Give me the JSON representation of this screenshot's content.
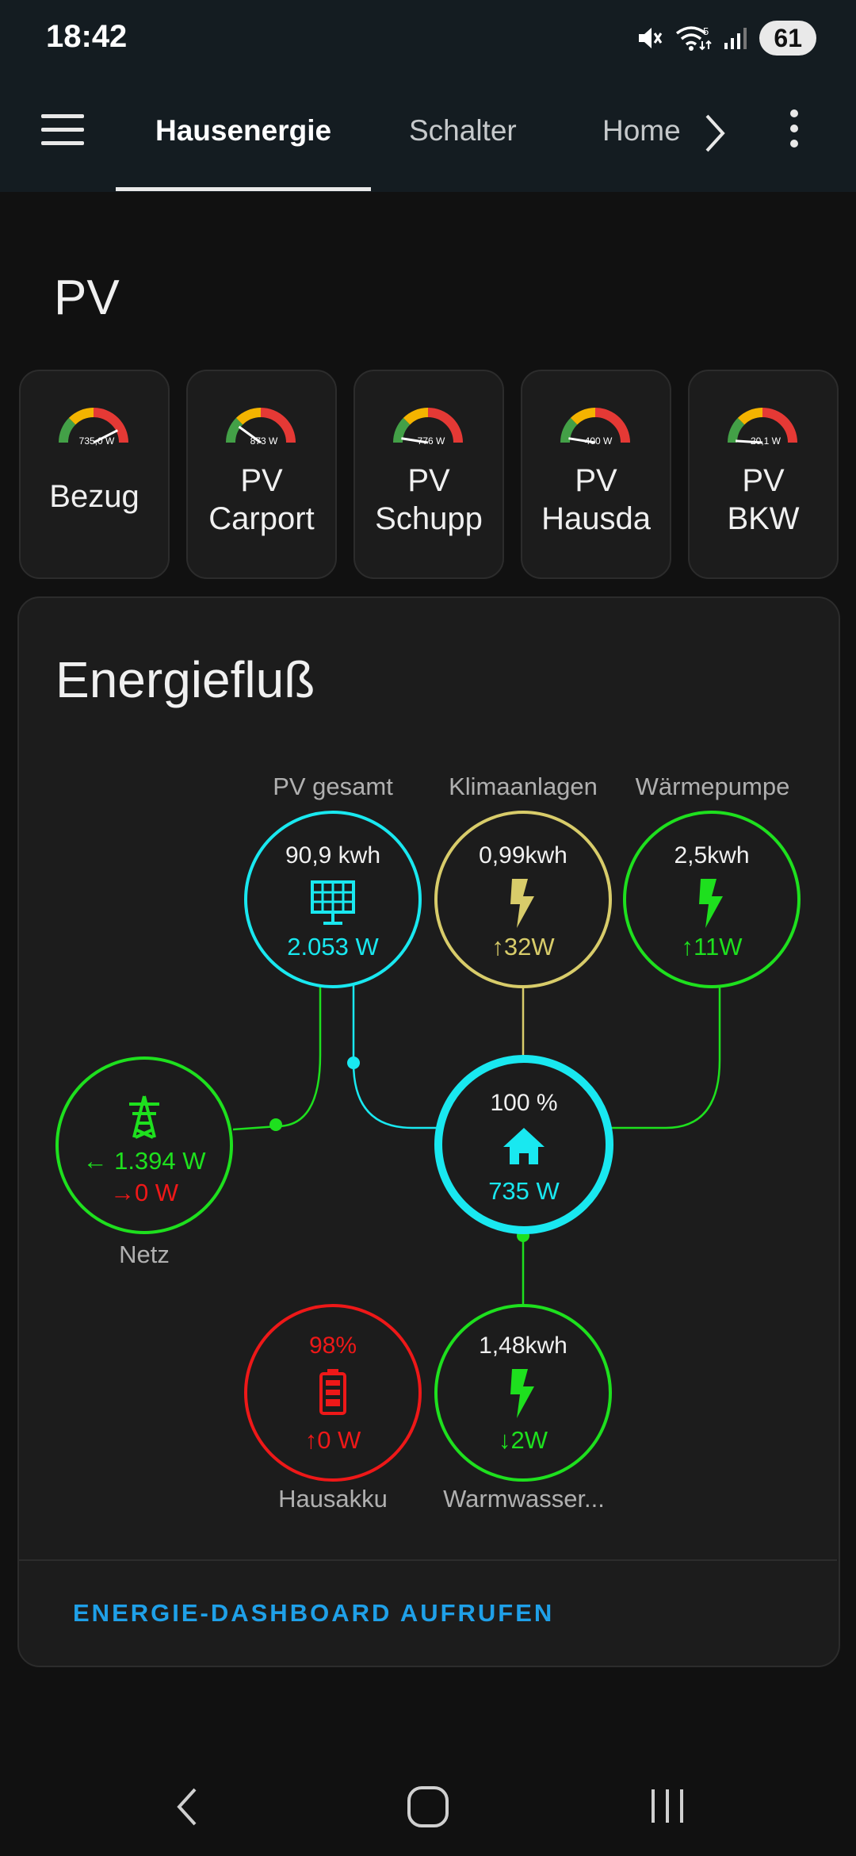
{
  "status_bar": {
    "time": "18:42",
    "battery": "61",
    "wifi_badge": "5"
  },
  "tabs": [
    {
      "label": "Hausenergie",
      "active": true
    },
    {
      "label": "Schalter",
      "active": false
    },
    {
      "label": "Home",
      "active": false
    }
  ],
  "section": {
    "title": "PV"
  },
  "gauges": [
    {
      "label": "Bezug",
      "value": "735,0 W",
      "level": 0.85
    },
    {
      "label": "PV\nCarport",
      "value": "873 W",
      "level": 0.2
    },
    {
      "label": "PV\nSchupp",
      "value": "776 W",
      "level": 0.05
    },
    {
      "label": "PV\nHausda",
      "value": "400 W",
      "level": 0.05
    },
    {
      "label": "PV\nBKW",
      "value": "20,1 W",
      "level": 0.02
    }
  ],
  "energy_flow": {
    "title": "Energiefluß",
    "pv": {
      "label": "PV gesamt",
      "energy": "90,9 kwh",
      "power": "2.053 W"
    },
    "klima": {
      "label": "Klimaanlagen",
      "energy": "0,99kwh",
      "power": "32W"
    },
    "waermepumpe": {
      "label": "Wärmepumpe",
      "energy": "2,5kwh",
      "power": "11W"
    },
    "netz": {
      "label": "Netz",
      "import": "1.394 W",
      "export": "0 W"
    },
    "home": {
      "percent": "100 %",
      "power": "735 W"
    },
    "hausakku": {
      "label": "Hausakku",
      "soc": "98%",
      "power": "0 W"
    },
    "warmwasser": {
      "label": "Warmwasser...",
      "energy": "1,48kwh",
      "power": "2W"
    },
    "link": "ENERGIE-DASHBOARD AUFRUFEN"
  },
  "icons": {
    "status": [
      "mute-icon",
      "wifi-icon",
      "signal-icon"
    ],
    "nav": [
      "back-icon",
      "home-icon",
      "recents-icon"
    ]
  },
  "colors": {
    "cyan": "#19e8f0",
    "yellow": "#d8cc6a",
    "green": "#1ee01e",
    "red": "#ee1818",
    "link": "#1fa0e8"
  }
}
